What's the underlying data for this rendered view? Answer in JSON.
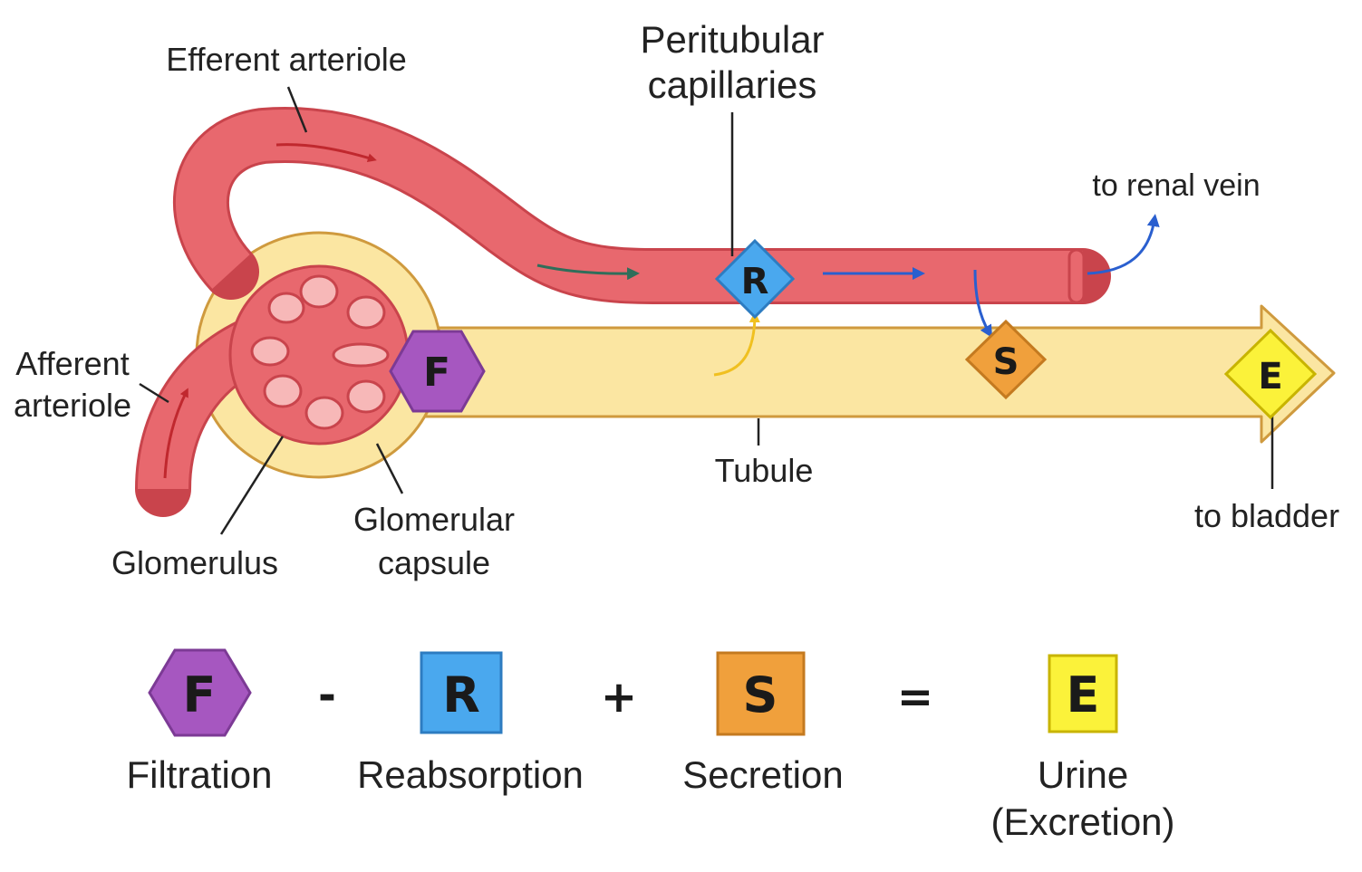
{
  "labels": {
    "efferent_arteriole": "Efferent arteriole",
    "peritubular_line1": "Peritubular",
    "peritubular_line2": "capillaries",
    "to_renal_vein": "to renal vein",
    "afferent_line1": "Afferent",
    "afferent_line2": "arteriole",
    "tubule": "Tubule",
    "to_bladder": "to bladder",
    "glomerulus": "Glomerulus",
    "capsule_line1": "Glomerular",
    "capsule_line2": "capsule"
  },
  "markers": {
    "filtration": "F",
    "reabsorption": "R",
    "secretion": "S",
    "excretion": "E"
  },
  "equation": {
    "minus": "-",
    "plus": "+",
    "equals": "=",
    "filtration": "Filtration",
    "reabsorption": "Reabsorption",
    "secretion": "Secretion",
    "urine_line1": "Urine",
    "urine_line2": "(Excretion)"
  },
  "colors": {
    "vessel": "#e8686e",
    "tubule": "#fbe6a2",
    "filtration": "#a657c0",
    "reabsorption": "#4aa8ee",
    "secretion": "#f0a03c",
    "excretion": "#fbf23a"
  }
}
